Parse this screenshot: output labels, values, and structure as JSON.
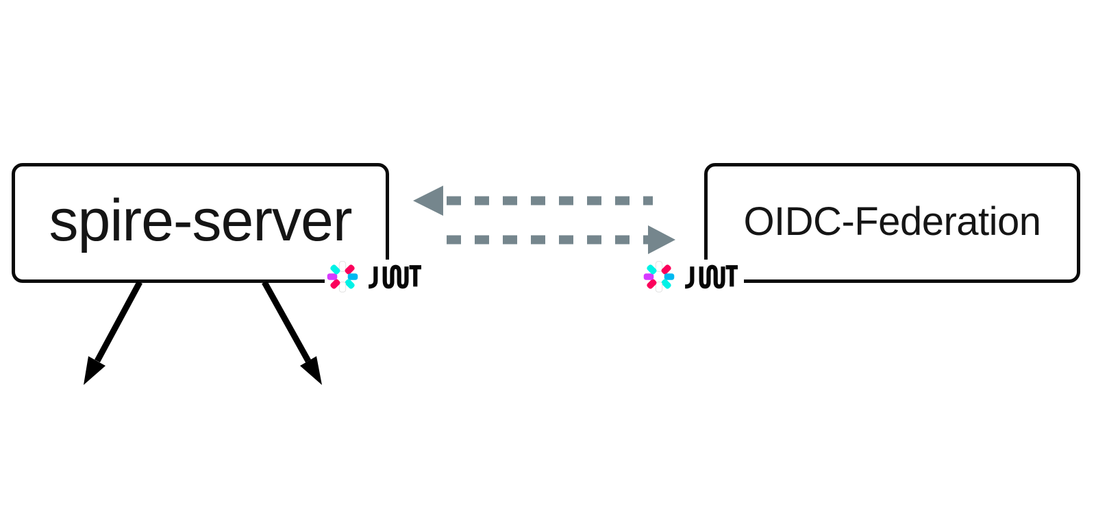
{
  "diagram": {
    "nodes": [
      {
        "id": "spire-server",
        "label": "spire-server"
      },
      {
        "id": "oidc-federation",
        "label": "OIDC-Federation"
      }
    ],
    "edges": [
      {
        "from": "oidc-federation",
        "to": "spire-server",
        "style": "dashed",
        "direction": "left"
      },
      {
        "from": "spire-server",
        "to": "oidc-federation",
        "style": "dashed",
        "direction": "right"
      },
      {
        "from": "spire-server",
        "style": "solid",
        "direction": "down-left"
      },
      {
        "from": "spire-server",
        "style": "solid",
        "direction": "down-right"
      }
    ],
    "jwt_logo": {
      "label": "JWT"
    },
    "colors": {
      "background": "#ffffff",
      "box_border": "#0a0a0a",
      "text": "#151515",
      "dashed_arrow": "#75868d",
      "solid_arrow": "#000000",
      "jwt_pink": "#fb015b",
      "jwt_purple": "#d63aff",
      "jwt_blue": "#00b9f1",
      "jwt_teal": "#00f2e6",
      "jwt_white_spoke": "#ffffff"
    }
  }
}
